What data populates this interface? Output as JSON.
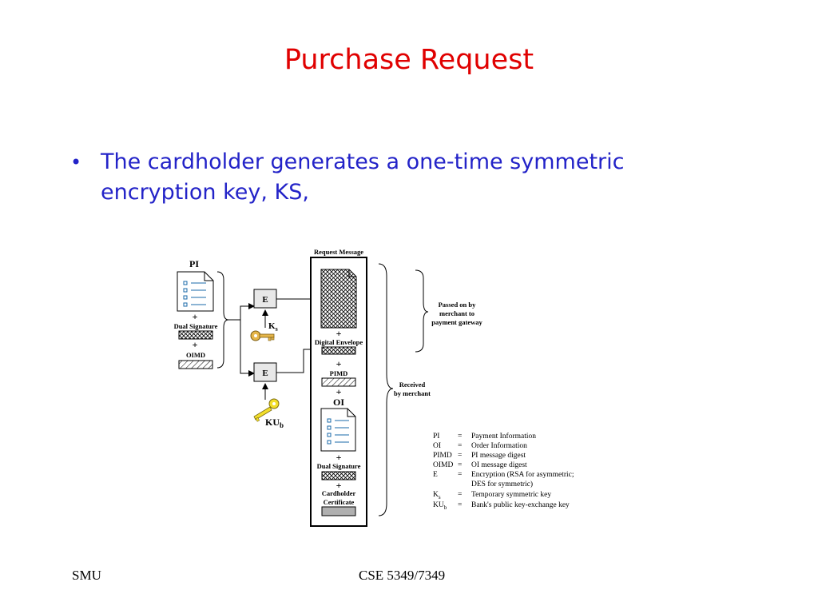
{
  "title": "Purchase Request",
  "bullet": "The cardholder generates a one-time symmetric encryption key, KS,",
  "footer": {
    "left": "SMU",
    "center": "CSE 5349/7349"
  },
  "diagram": {
    "left": {
      "pi": "PI",
      "plus1": "+",
      "dual_signature": "Dual Signature",
      "plus2": "+",
      "oimd": "OIMD"
    },
    "encrypt_top": "E",
    "encrypt_bottom": "E",
    "ks": "K",
    "ks_sub": "s",
    "kub": "KU",
    "kub_sub": "b",
    "request_message": {
      "header": "Request Message",
      "plus1": "+",
      "digital_envelope": "Digital Envelope",
      "plus2": "+",
      "pimd": "PIMD",
      "plus3": "+",
      "oi": "OI",
      "plus4": "+",
      "dual_signature": "Dual Signature",
      "plus5": "+",
      "cardholder_certificate_1": "Cardholder",
      "cardholder_certificate_2": "Certificate"
    },
    "passed_on": [
      "Passed on by",
      "merchant to",
      "payment gateway"
    ],
    "received": [
      "Received",
      "by merchant"
    ],
    "legend": [
      {
        "term": "PI",
        "term_sub": "",
        "def": "Payment Information"
      },
      {
        "term": "OI",
        "term_sub": "",
        "def": "Order Information"
      },
      {
        "term": "PIMD",
        "term_sub": "",
        "def": "PI message digest"
      },
      {
        "term": "OIMD",
        "term_sub": "",
        "def": "OI message digest"
      },
      {
        "term": "E",
        "term_sub": "",
        "def": "Encryption (RSA for asymmetric;"
      },
      {
        "term": "",
        "term_sub": "",
        "def": "DES for symmetric)"
      },
      {
        "term": "K",
        "term_sub": "s",
        "def": "Temporary symmetric key"
      },
      {
        "term": "KU",
        "term_sub": "b",
        "def": "Bank's public key-exchange key"
      }
    ],
    "legend_eq": "="
  }
}
